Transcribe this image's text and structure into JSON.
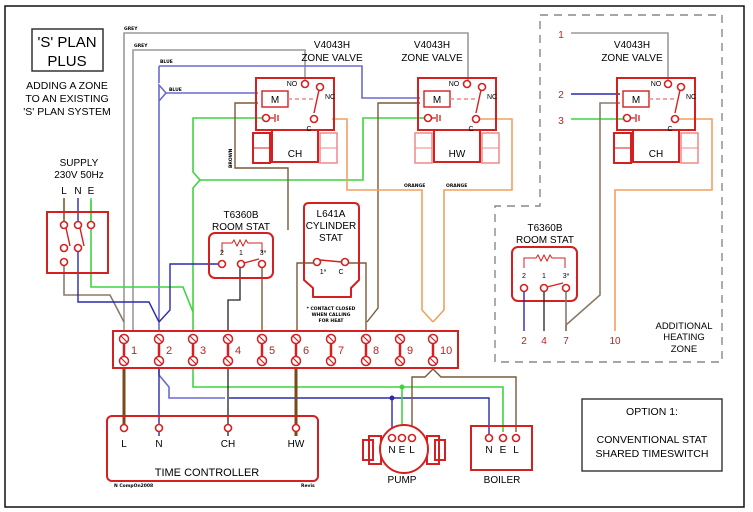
{
  "title_box": {
    "line1": "'S' PLAN",
    "line2": "PLUS"
  },
  "subtitle": [
    "ADDING A ZONE",
    "TO AN EXISTING",
    "'S' PLAN SYSTEM"
  ],
  "wire_labels": {
    "grey1": "GREY",
    "grey2": "GREY",
    "blue1": "BLUE",
    "blue2": "BLUE",
    "brown": "BROWN",
    "orange1": "ORANGE",
    "orange2": "ORANGE"
  },
  "supply": {
    "title1": "SUPPLY",
    "title2": "230V 50Hz",
    "l": "L",
    "n": "N",
    "e": "E"
  },
  "zone_valves": [
    {
      "model": "V4043H",
      "type": "ZONE VALVE",
      "name": "CH",
      "no": "NO",
      "nc": "NC",
      "c": "C",
      "m": "M"
    },
    {
      "model": "V4043H",
      "type": "ZONE VALVE",
      "name": "HW",
      "no": "NO",
      "nc": "NC",
      "c": "C",
      "m": "M"
    },
    {
      "model": "V4043H",
      "type": "ZONE VALVE",
      "name": "CH",
      "no": "NO",
      "nc": "NC",
      "c": "C",
      "m": "M"
    }
  ],
  "room_stat": {
    "model": "T6360B",
    "type": "ROOM STAT",
    "t2": "2",
    "t1": "1",
    "t3": "3*"
  },
  "room_stat2": {
    "model": "T6360B",
    "type": "ROOM STAT",
    "t2": "2",
    "t1": "1",
    "t3": "3*"
  },
  "cylinder_stat": {
    "model": "L641A",
    "type1": "CYLINDER",
    "type2": "STAT",
    "t1": "1*",
    "tc": "C",
    "note": [
      "* CONTACT CLOSED",
      "WHEN CALLING",
      "FOR HEAT"
    ]
  },
  "terminal_strip": {
    "labels": [
      "1",
      "2",
      "3",
      "4",
      "5",
      "6",
      "7",
      "8",
      "9",
      "10"
    ]
  },
  "time_controller": {
    "label": "TIME CONTROLLER",
    "terms": [
      "L",
      "N",
      "CH",
      "HW"
    ],
    "footer_left": "N CompOn2008",
    "footer_right": "Revis"
  },
  "pump": {
    "label": "PUMP",
    "terms": [
      "N",
      "E",
      "L"
    ]
  },
  "boiler": {
    "label": "BOILER",
    "terms": [
      "N",
      "E",
      "L"
    ]
  },
  "additional_zone": {
    "inputs": [
      "1",
      "2",
      "3"
    ],
    "stat_outputs": [
      "2",
      "4",
      "7"
    ],
    "valve_output": "10",
    "label": [
      "ADDITIONAL",
      "HEATING",
      "ZONE"
    ]
  },
  "option_box": {
    "title": "OPTION 1:",
    "line1": "CONVENTIONAL STAT",
    "line2": "SHARED TIMESWITCH"
  }
}
